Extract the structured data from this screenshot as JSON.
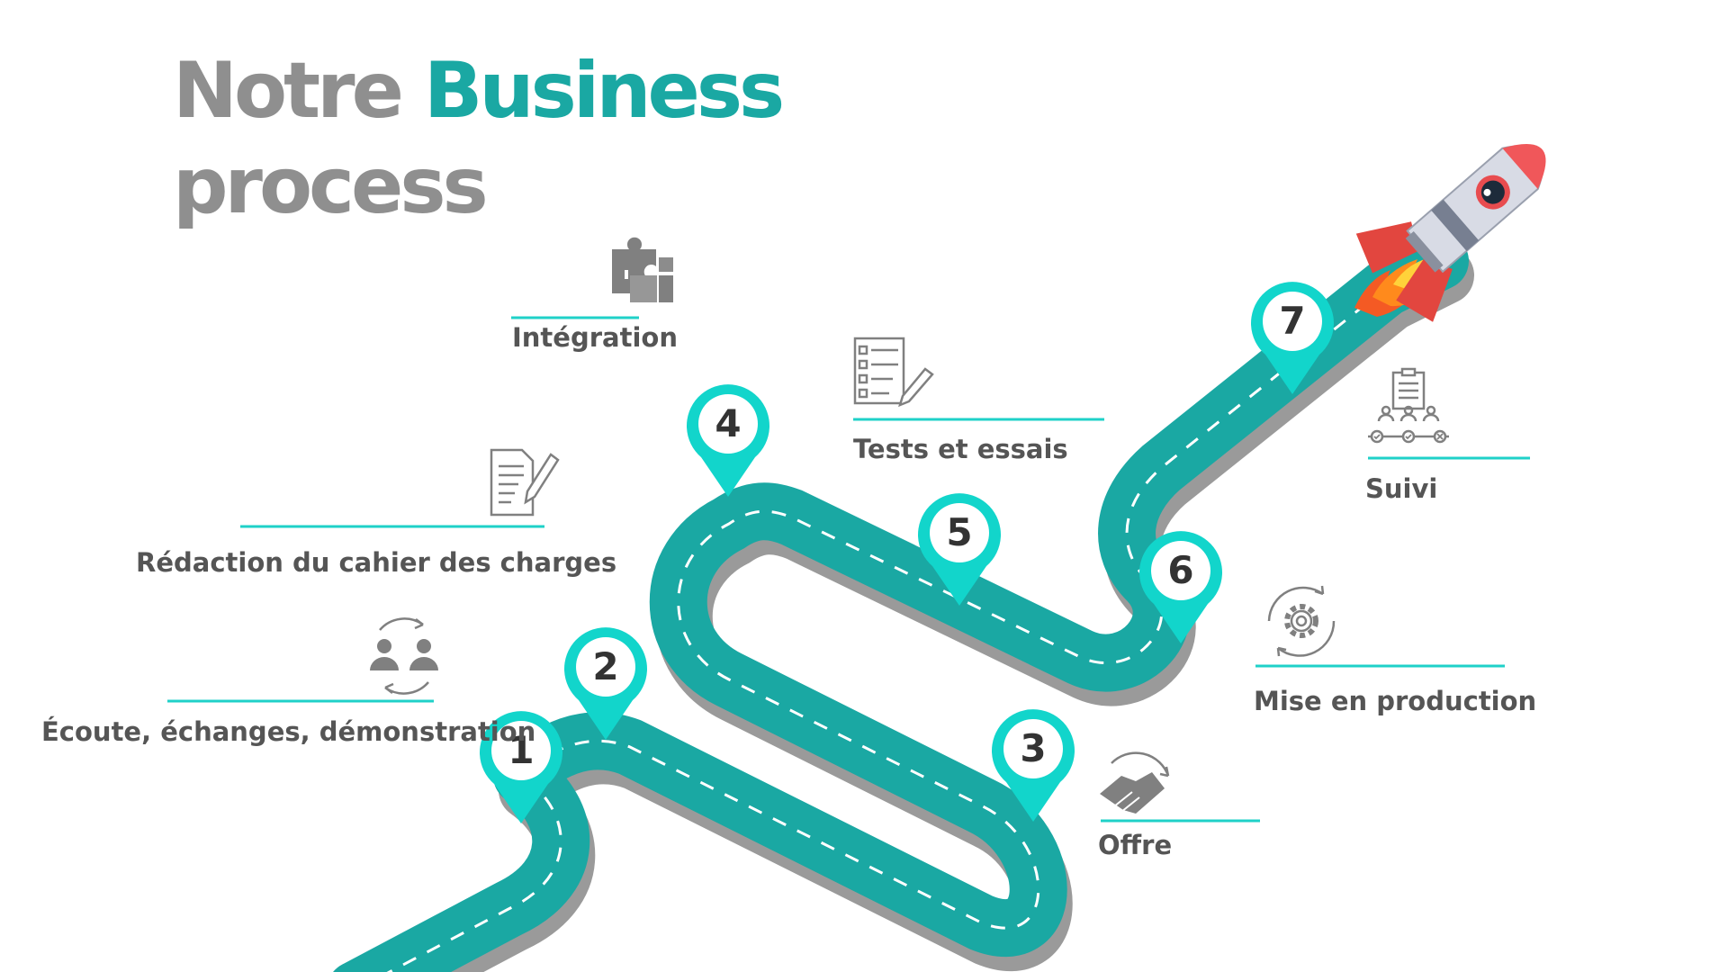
{
  "title": {
    "part1": "Notre",
    "part2": "Business",
    "part3": "process"
  },
  "colors": {
    "road": "#1aa8a3",
    "road_shadow": "#9a9a9a",
    "pin": "#12d5cb",
    "line": "#1fd1c8",
    "title_gray": "#8f8f8f",
    "title_accent": "#1aa8a3",
    "label": "#555555",
    "icon": "#808080"
  },
  "steps": [
    {
      "number": "1",
      "label": "Écoute, échanges, démonstration",
      "icon": "exchange-people-icon"
    },
    {
      "number": "2",
      "label": "Rédaction du cahier des charges",
      "icon": "document-edit-icon"
    },
    {
      "number": "3",
      "label": "Offre",
      "icon": "handshake-icon"
    },
    {
      "number": "4",
      "label": "Intégration",
      "icon": "puzzle-icon"
    },
    {
      "number": "5",
      "label": "Tests et essais",
      "icon": "checklist-icon"
    },
    {
      "number": "6",
      "label": "Mise en production",
      "icon": "gear-cycle-icon"
    },
    {
      "number": "7",
      "label": "Suivi",
      "icon": "org-chart-icon"
    }
  ]
}
